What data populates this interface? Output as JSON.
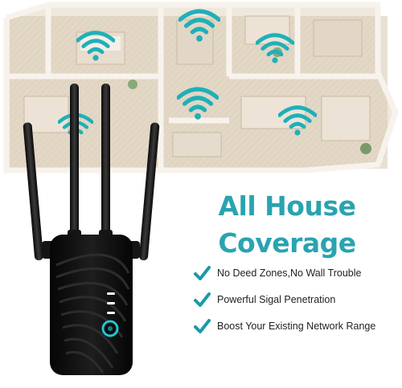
{
  "headline": {
    "line1": "All House",
    "line2": "Coverage"
  },
  "features": [
    "No Deed Zones,No Wall Trouble",
    "Powerful Sigal Penetration",
    "Boost Your Existing  Network Range"
  ],
  "colors": {
    "accent": "#2aa3b0",
    "wifi": "#1fb0b8",
    "check": "#1a9aa8",
    "device": "#111111"
  },
  "icons": [
    "wifi-icon",
    "check-icon"
  ]
}
